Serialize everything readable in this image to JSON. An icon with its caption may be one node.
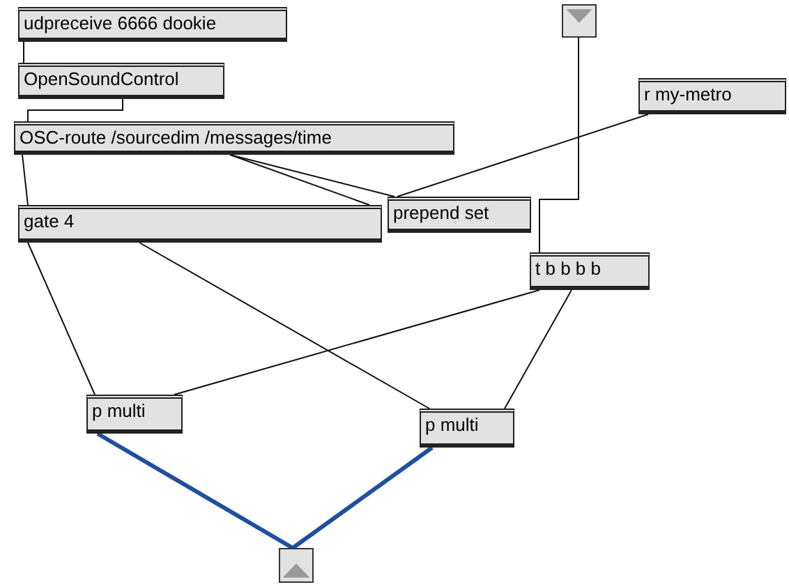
{
  "diagram": {
    "nodes": [
      {
        "text": [
          "udpreceive 6666 dookie"
        ]
      },
      {
        "text": [
          "OpenSoundControl"
        ]
      },
      {
        "text": [
          "OSC-route /sourcedim /messages/time"
        ]
      },
      {
        "text": [
          "r my-metro"
        ]
      },
      {
        "text": [],
        "shape": "box"
      },
      {
        "text": [
          "prepend set"
        ]
      },
      {
        "text": [
          "gate 4"
        ]
      },
      {
        "text": [
          "t b b b b"
        ]
      },
      {
        "text": [
          "p multi"
        ]
      },
      {
        "text": [
          "p multi"
        ]
      },
      {
        "text": [],
        "shape": "box"
      }
    ],
    "edges": [
      {
        "from": 0,
        "to": 1,
        "arrow": "none"
      },
      {
        "from": 1,
        "to": 2,
        "arrow": "none"
      },
      {
        "from": 2,
        "to": 6,
        "arrow": "none"
      },
      {
        "from": 2,
        "to": 6,
        "arrow": "none"
      },
      {
        "from": 2,
        "to": 5,
        "arrow": "none"
      },
      {
        "from": 3,
        "to": 5,
        "arrow": "none"
      },
      {
        "from": 4,
        "to": 7,
        "arrow": "none"
      },
      {
        "from": 6,
        "to": 8,
        "arrow": "none"
      },
      {
        "from": 6,
        "to": 9,
        "arrow": "none"
      },
      {
        "from": 7,
        "to": 8,
        "arrow": "none"
      },
      {
        "from": 7,
        "to": 9,
        "arrow": "none"
      },
      {
        "from": 8,
        "to": 10,
        "arrow": "none",
        "style": "thick",
        "color": "#1f4f9e"
      },
      {
        "from": 9,
        "to": 10,
        "arrow": "none",
        "style": "thick",
        "color": "#1f4f9e"
      }
    ]
  }
}
